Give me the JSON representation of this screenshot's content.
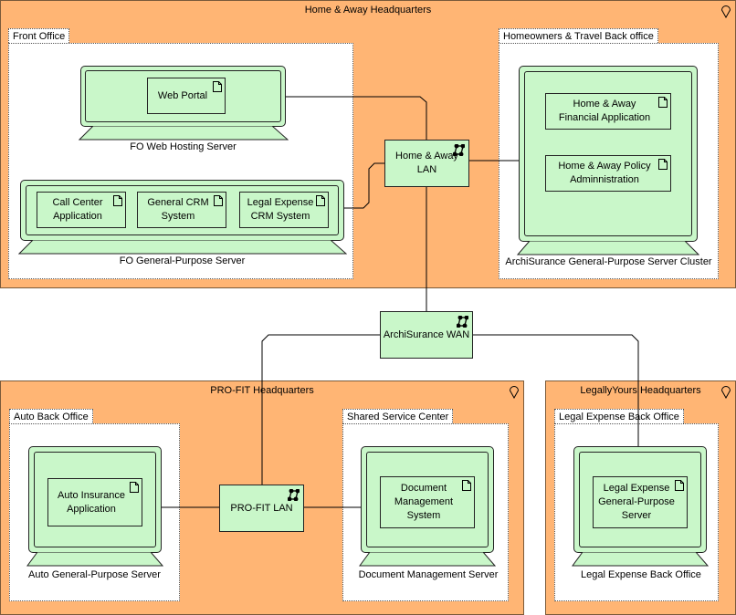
{
  "locations": {
    "home_away": "Home & Away Headquarters",
    "profit": "PRO-FIT Headquarters",
    "legally": "LegallyYours Headquarters"
  },
  "groupings": {
    "front_office": "Front Office",
    "homeowners": "Homeowners & Travel Back office",
    "auto_back_office": "Auto Back Office",
    "shared_service": "Shared Service Center",
    "legal_back_office": "Legal Expense Back Office"
  },
  "nodes": {
    "fo_web": "FO Web Hosting Server",
    "fo_general": "FO General-Purpose Server",
    "archisurance_cluster": "ArchiSurance General-Purpose Server Cluster",
    "auto_general": "Auto General-Purpose Server",
    "doc_mgmt_server": "Document Management Server",
    "legal_back_office": "Legal Expense Back Office"
  },
  "artifacts": {
    "web_portal": "Web Portal",
    "call_center": "Call Center\nApplication",
    "general_crm": "General CRM\nSystem",
    "legal_crm": "Legal Expense\nCRM System",
    "financial_app": "Home & Away\nFinancial Application",
    "policy_admin": "Home & Away Policy\nAdminnistration",
    "auto_insurance": "Auto Insurance\nApplication",
    "doc_mgmt_system": "Document\nManagement\nSystem",
    "legal_general": "Legal Expense\nGeneral-Purpose\nServer"
  },
  "networks": {
    "home_away_lan": "Home & Away\nLAN",
    "archisurance_wan": "ArchiSurance WAN",
    "profit_lan": "PRO-FIT LAN"
  },
  "icons": {
    "location": "location-pin-icon",
    "artifact": "document-icon",
    "network": "network-icon"
  },
  "colors": {
    "location_fill": "#ffb574",
    "technology_fill": "#c9f7c9"
  }
}
